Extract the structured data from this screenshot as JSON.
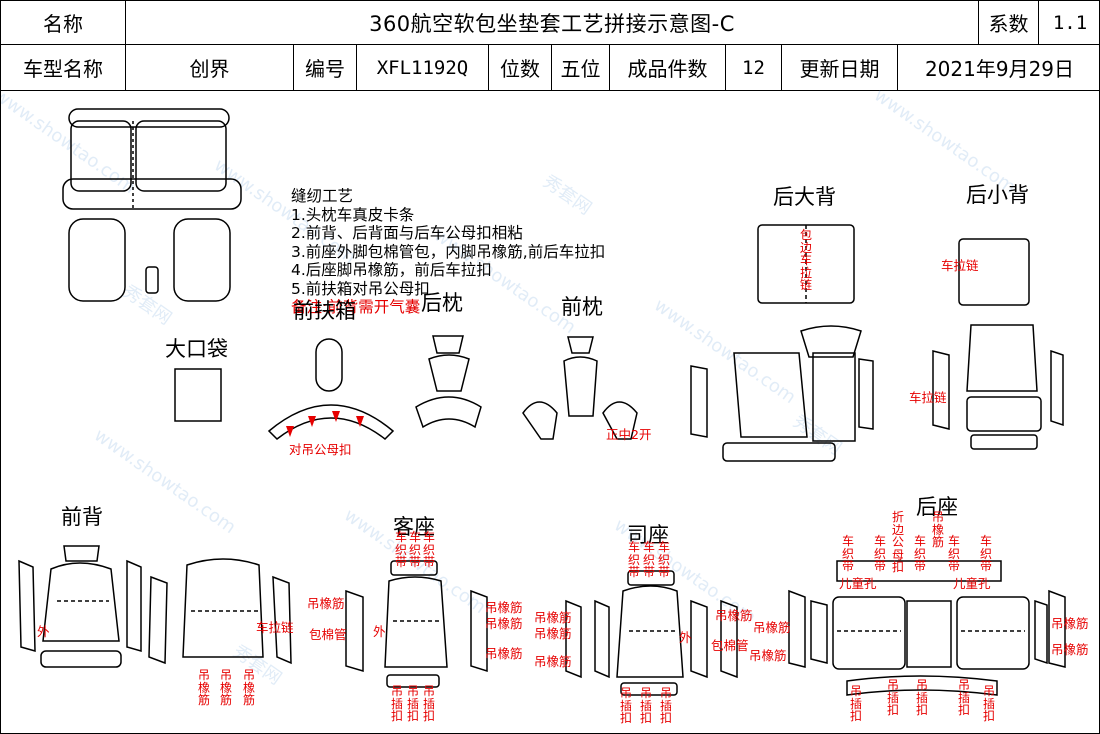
{
  "header": {
    "name_label": "名称",
    "title": "360航空软包坐垫套工艺拼接示意图-C",
    "coef_label": "系数",
    "coef_value": "1.1",
    "model_label": "车型名称",
    "model_value": "创界",
    "code_label": "编号",
    "code_value": "XFL1192Q",
    "seats_label": "位数",
    "seats_value": "五位",
    "pieces_label": "成品件数",
    "pieces_value": "12",
    "date_label": "更新日期",
    "date_value": "2021年9月29日"
  },
  "notes": {
    "heading": "缝纫工艺",
    "items": [
      "1.头枕车真皮卡条",
      "2.前背、后背面与后车公母扣相粘",
      "3.前座外脚包棉管包，内脚吊橡筋,前后车拉扣",
      "4.后座脚吊橡筋，前后车拉扣",
      "5.前扶箱对吊公母扣"
    ],
    "remark": "备注:前背需开气囊"
  },
  "sections": {
    "pocket": "大口袋",
    "armrest": "前扶箱",
    "rear_pillow": "后枕",
    "front_pillow": "前枕",
    "rear_big_back": "后大背",
    "rear_small_back": "后小背",
    "front_back": "前背",
    "passenger_seat": "客座",
    "driver_seat": "司座",
    "rear_seat": "后座"
  },
  "labels": {
    "armrest_snap": "对吊公母扣",
    "pillow_open": "正中2开",
    "zipper_edge": "包边车拉链",
    "small_back_pull": "车拉链",
    "rear_small_pull": "车拉链",
    "outer": "外",
    "pull_chain": "车拉链",
    "elastic": "吊橡筋",
    "cotton_tube": "包棉管",
    "sew_band": "车织带",
    "hang_clip": "吊插扣",
    "fold_edge": "折边公母扣",
    "child_hole": "儿童孔"
  },
  "colors": {
    "annotation": "#e60000",
    "watermark": "#78aadc"
  },
  "watermark": {
    "domain": "www.showtao.com",
    "brand": "秀套网"
  }
}
